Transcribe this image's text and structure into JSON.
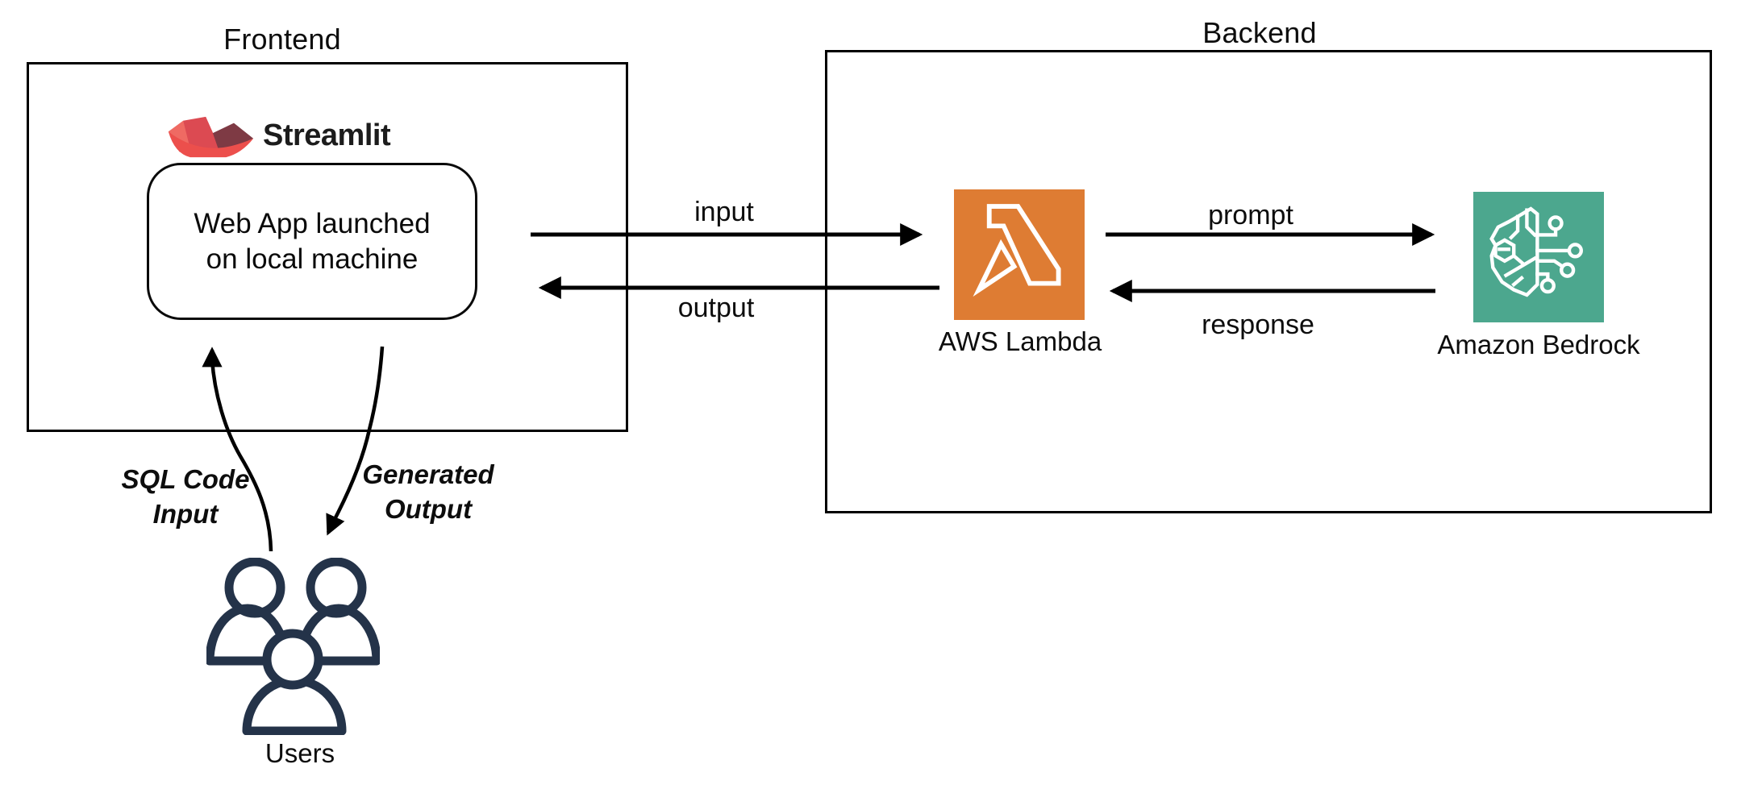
{
  "frontend": {
    "title": "Frontend",
    "streamlit_wordmark": "Streamlit",
    "webapp": {
      "line1": "Web App launched",
      "line2": "on local machine"
    }
  },
  "backend": {
    "title": "Backend",
    "lambda": {
      "label": "AWS Lambda"
    },
    "bedrock": {
      "label": "Amazon Bedrock"
    }
  },
  "flows": {
    "input_label": "input",
    "output_label": "output",
    "prompt_label": "prompt",
    "response_label": "response"
  },
  "user_flows": {
    "sql_input": {
      "line1": "SQL Code",
      "line2": "Input"
    },
    "generated_output": {
      "line1": "Generated",
      "line2": "Output"
    }
  },
  "users_label": "Users",
  "colors": {
    "lambda_orange": "#DE7C33",
    "bedrock_teal": "#4CA78E",
    "users_navy": "#243349",
    "streamlit_hull": "#EC4F4C",
    "streamlit_left": "#EF6A63",
    "streamlit_center": "#DC4A52",
    "streamlit_right": "#7E3A44",
    "ink": "#000000"
  }
}
